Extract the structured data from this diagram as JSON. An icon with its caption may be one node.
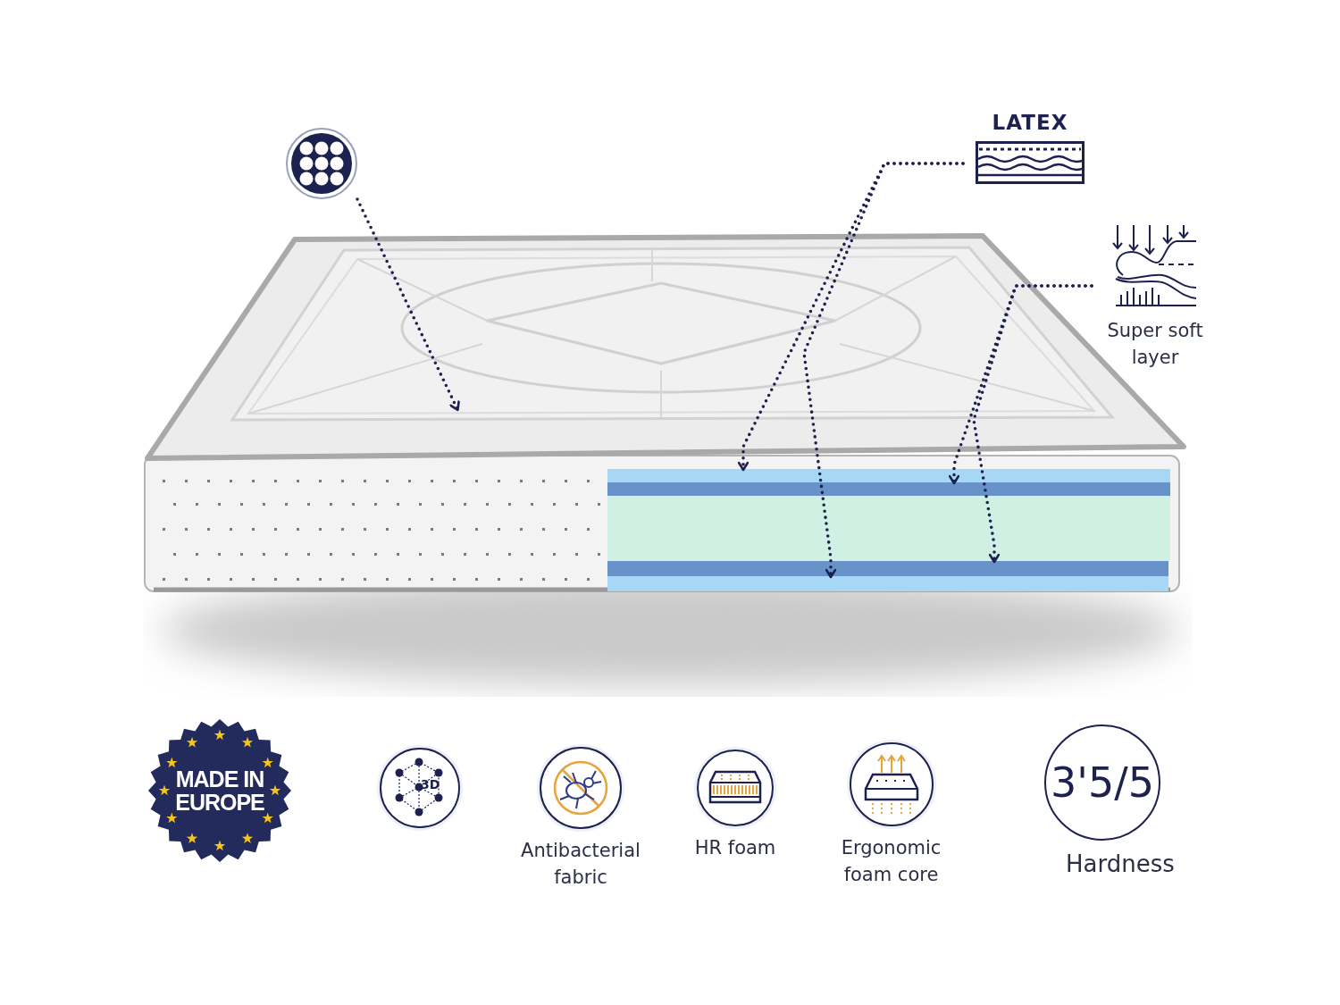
{
  "diagram": {
    "nodes": [
      {
        "text": [],
        "shape": "circle"
      },
      {
        "text": [
          "LATEX"
        ]
      },
      {
        "text": [
          "Super soft layer"
        ]
      },
      {
        "text": [],
        "shape": "picture"
      },
      {
        "text": [],
        "shape": "bar",
        "in": 3
      },
      {
        "text": [],
        "shape": "bar",
        "in": 3
      },
      {
        "text": [],
        "shape": "bar",
        "in": 3
      },
      {
        "text": [],
        "shape": "bar",
        "in": 3
      },
      {
        "text": [],
        "shape": "bar",
        "in": 3
      },
      {
        "text": [
          "MADE IN EUROPE"
        ]
      },
      {
        "text": [
          "3D"
        ]
      },
      {
        "text": [
          "Antibacterial fabric"
        ]
      },
      {
        "text": [
          "HR foam"
        ]
      },
      {
        "text": [
          "Ergonomic foam core"
        ]
      },
      {
        "text": [
          "3'5/5",
          "Hardness"
        ]
      }
    ],
    "edges": [
      {
        "from": 0,
        "to": 3,
        "arrow": "to"
      },
      {
        "from": 1,
        "to": 4,
        "arrow": "to"
      },
      {
        "from": 1,
        "to": 8,
        "arrow": "to"
      },
      {
        "from": 2,
        "to": 5,
        "arrow": "to"
      },
      {
        "from": 2,
        "to": 7,
        "arrow": "to"
      }
    ]
  }
}
